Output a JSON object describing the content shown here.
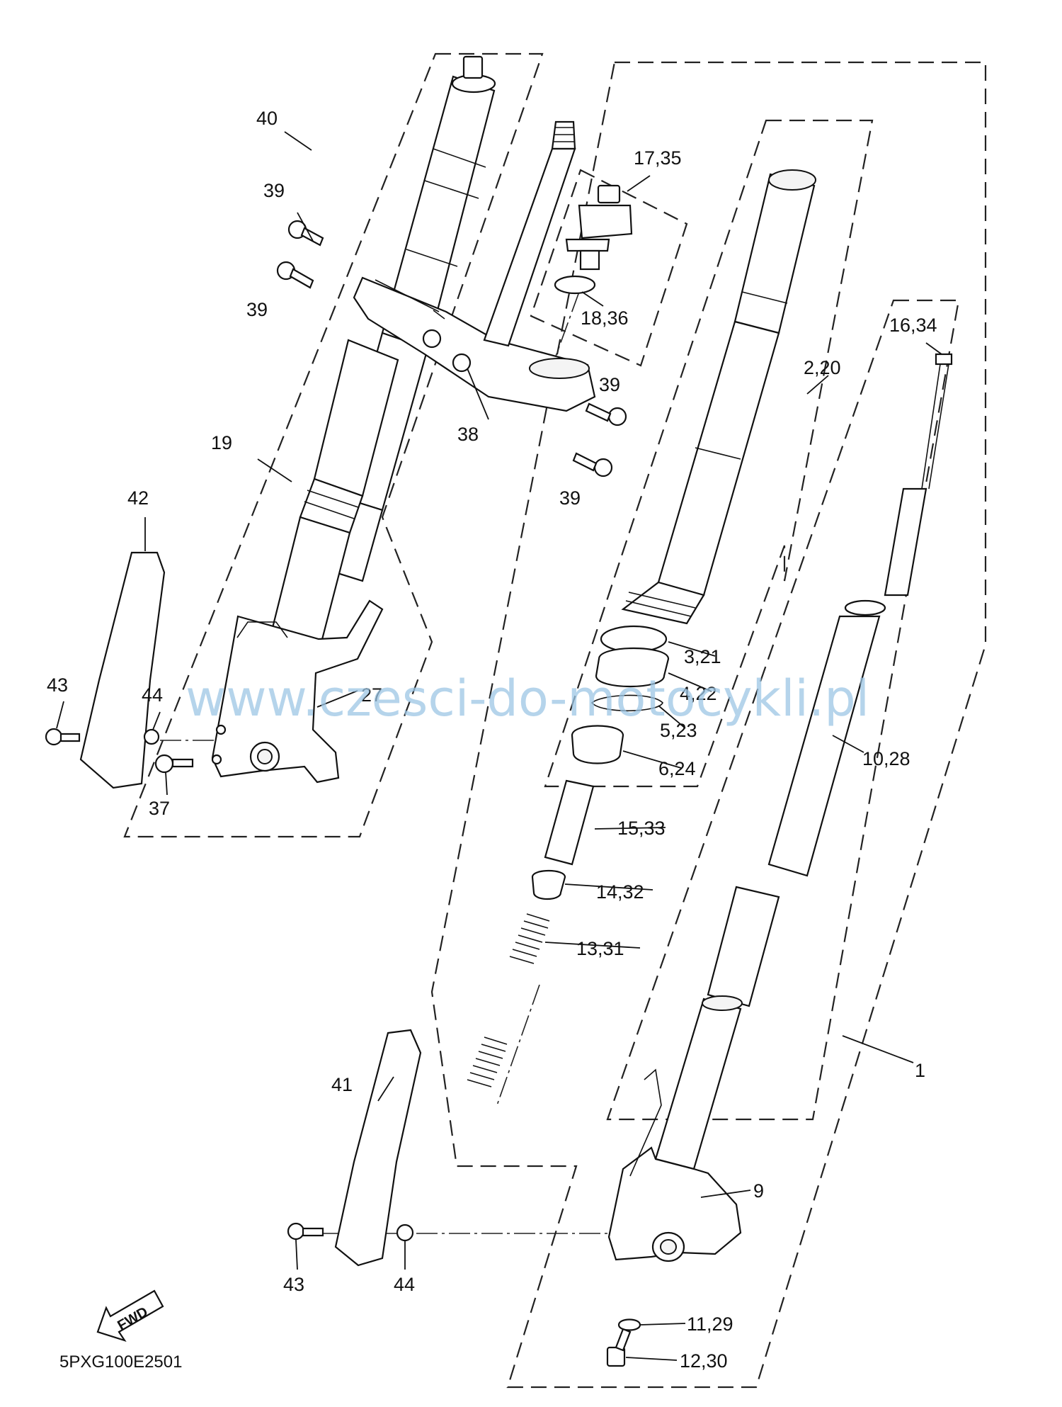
{
  "diagram_code": "5PXG100E2501",
  "watermark": "www.czesci-do-motocykli.pl",
  "fwd_label": "FWD",
  "labels": {
    "l40": "40",
    "l39a": "39",
    "l39b": "39",
    "l39c": "39",
    "l39d": "39",
    "l38": "38",
    "l19": "19",
    "l42": "42",
    "l43a": "43",
    "l44a": "44",
    "l27": "27",
    "l37": "37",
    "l17_35": "17,35",
    "l18_36": "18,36",
    "l2_20": "2,20",
    "l16_34": "16,34",
    "l3_21": "3,21",
    "l4_22": "4,22",
    "l5_23": "5,23",
    "l6_24": "6,24",
    "l10_28": "10,28",
    "l15_33": "15,33",
    "l14_32": "14,32",
    "l13_31": "13,31",
    "l1": "1",
    "l41": "41",
    "l9": "9",
    "l43b": "43",
    "l44b": "44",
    "l11_29": "11,29",
    "l12_30": "12,30"
  }
}
